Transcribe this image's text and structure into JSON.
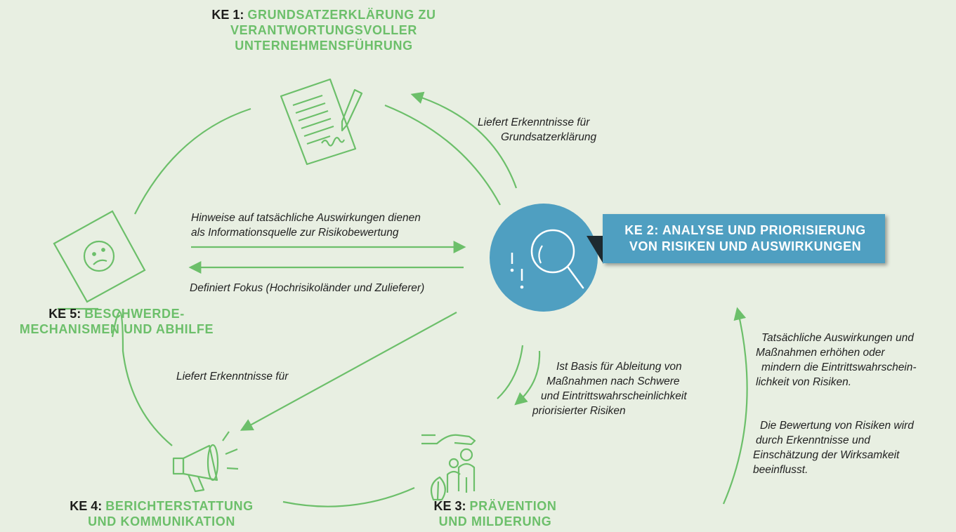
{
  "colors": {
    "green": "#6cbf6a",
    "blue": "#4f9fc1",
    "background": "#e8efe2",
    "dark": "#1d1d1b"
  },
  "elements": {
    "ke1": {
      "id": "KE 1:",
      "lines": [
        "GRUNDSATZERKLÄRUNG ZU",
        "VERANTWORTUNGSVOLLER",
        "UNTERNEHMENSFÜHRUNG"
      ],
      "icon": "signed-document-icon"
    },
    "ke2": {
      "id": "KE 2:",
      "lines": [
        "ANALYSE UND PRIORISIERUNG",
        "VON RISIKEN UND AUSWIRKUNGEN"
      ],
      "icon": "magnifier-icon"
    },
    "ke3": {
      "id": "KE 3:",
      "lines": [
        "PRÄVENTION",
        "UND MILDERUNG"
      ],
      "icon": "protecting-hand-people-icon"
    },
    "ke4": {
      "id": "KE 4:",
      "lines": [
        "BERICHTERSTATTUNG",
        "UND KOMMUNIKATION"
      ],
      "icon": "megaphone-icon"
    },
    "ke5": {
      "id": "KE 5:",
      "lines": [
        "BESCHWERDE-",
        "MECHANISMEN UND ABHILFE"
      ],
      "icon": "sad-face-sign-icon"
    }
  },
  "annotations": {
    "to_ke1": [
      "Liefert Erkenntnisse für",
      "Grundsatzerklärung"
    ],
    "ke5_to_ke2": [
      "Hinweise auf tatsächliche Auswirkungen dienen",
      "als Informationsquelle zur Risikobewertung"
    ],
    "ke2_to_ke5": [
      "Definiert Fokus (Hochrisikoländer und Zulieferer)"
    ],
    "to_ke4": [
      "Liefert Erkenntnisse für"
    ],
    "ke2_to_ke3": [
      "Ist Basis für Ableitung von",
      "Maßnahmen nach Schwere",
      "und Eintrittswahrscheinlichkeit",
      "priorisierter Risiken"
    ],
    "ke3_to_ke2_a": [
      "Tatsächliche Auswirkungen und",
      "Maßnahmen erhöhen oder",
      "mindern die Eintrittswahrschein-",
      "lichkeit von Risiken."
    ],
    "ke3_to_ke2_b": [
      "Die Bewertung von Risiken wird",
      "durch Erkenntnisse und",
      "Einschätzung der Wirksamkeit",
      "beeinflusst."
    ]
  }
}
